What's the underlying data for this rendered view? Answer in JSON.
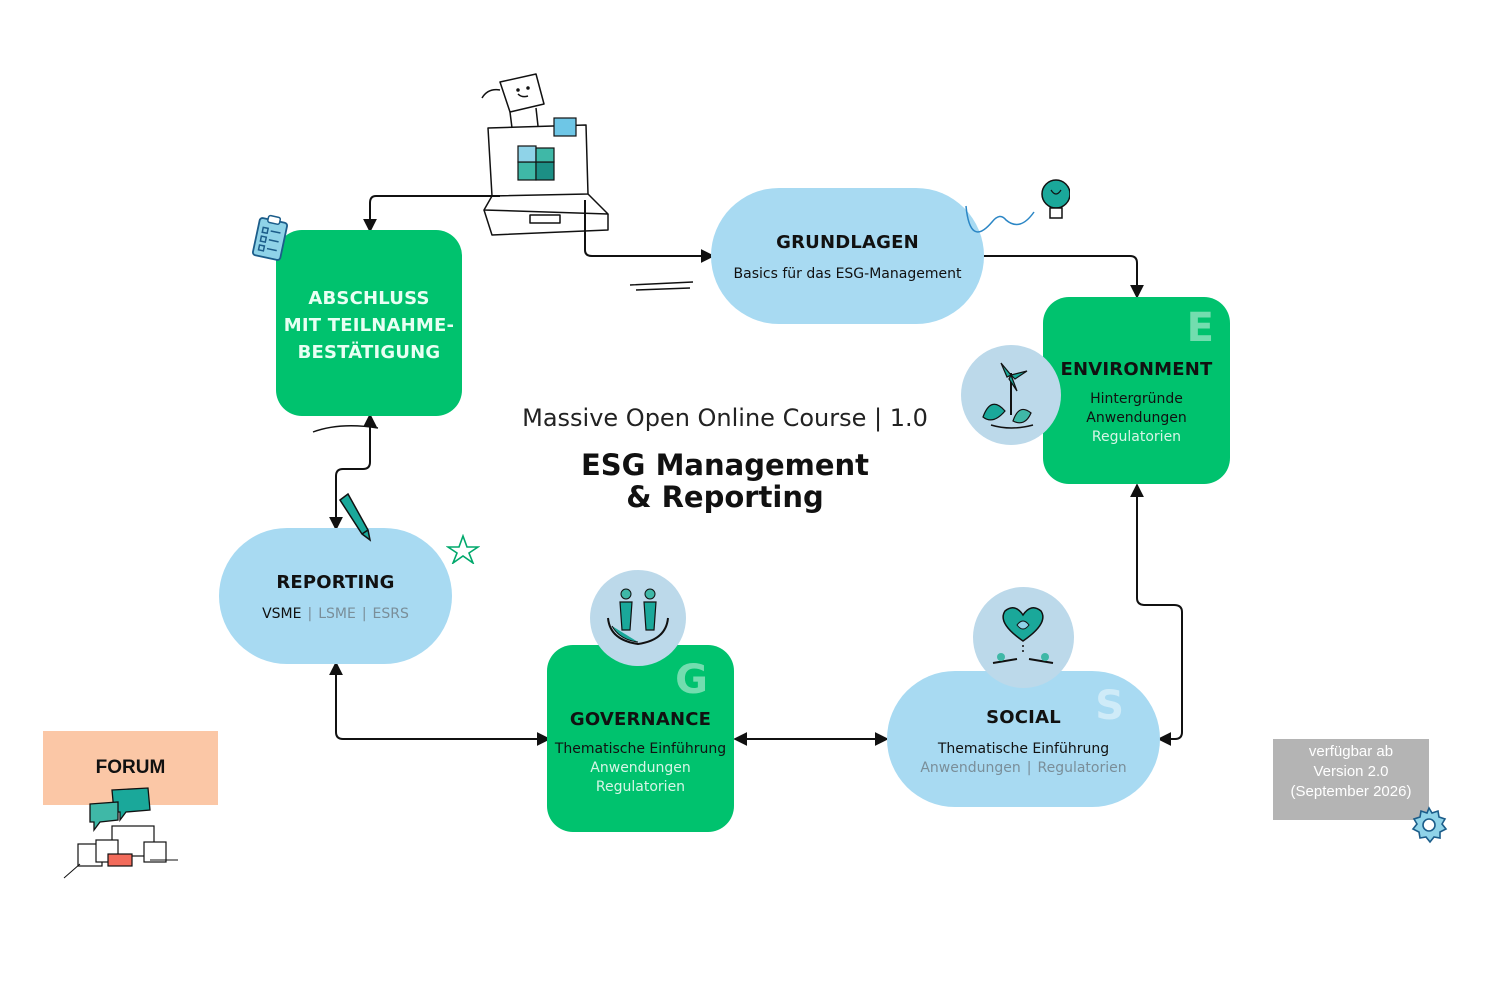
{
  "center": {
    "subtitle": "Massive Open Online Course | 1.0",
    "title_line1": "ESG Management",
    "title_line2": "& Reporting"
  },
  "nodes": {
    "grundlagen": {
      "title": "GRUNDLAGEN",
      "line1": "Basics für das ESG-Management"
    },
    "environment": {
      "letter": "E",
      "title": "ENVIRONMENT",
      "line1": "Hintergründe",
      "line2": "Anwendungen",
      "line3": "Regulatorien"
    },
    "social": {
      "letter": "S",
      "title": "SOCIAL",
      "line1": "Thematische Einführung",
      "line2a": "Anwendungen",
      "sep": "|",
      "line2b": "Regulatorien"
    },
    "governance": {
      "letter": "G",
      "title": "GOVERNANCE",
      "line1": "Thematische Einführung",
      "line2": "Anwendungen",
      "line3": "Regulatorien"
    },
    "reporting": {
      "title": "REPORTING",
      "item1": "VSME",
      "sep": "|",
      "item2": "LSME",
      "item3": "ESRS"
    },
    "abschluss": {
      "line1": "ABSCHLUSS",
      "line2": "MIT TEILNAHME-",
      "line3": "BESTÄTIGUNG"
    }
  },
  "forum": {
    "label": "FORUM"
  },
  "version_box": {
    "line1": "verfügbar ab",
    "line2": "Version 2.0",
    "line3": "(September 2026)"
  },
  "colors": {
    "green": "#00c26e",
    "blue": "#a8daf2",
    "forum": "#fbc7a6",
    "version": "#b4b4b4",
    "teal": "#1aa89a"
  },
  "icons": [
    "laptop-puzzle-icon",
    "lightbulb-icon",
    "clipboard-icon",
    "plant-icon",
    "heart-hands-icon",
    "people-hands-icon",
    "pencil-icon",
    "star-icon",
    "speech-bubbles-icon",
    "gear-icon"
  ]
}
